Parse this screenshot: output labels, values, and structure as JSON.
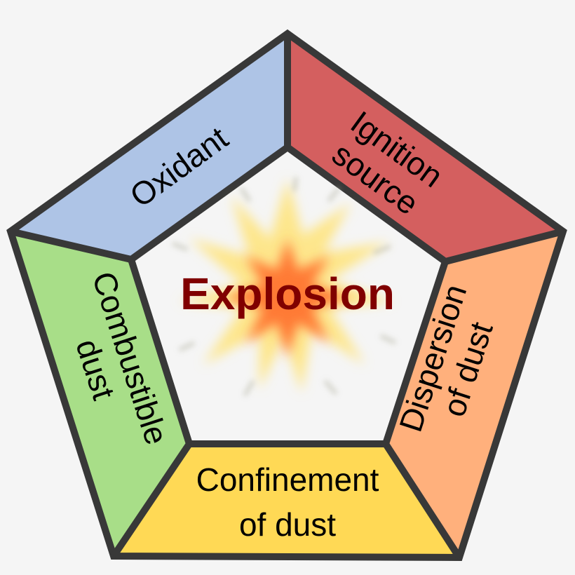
{
  "diagram": {
    "title": "Explosion",
    "title_color": "#800000",
    "background": "#f5f5f5",
    "stroke_color": "#383838",
    "segments": [
      {
        "id": "oxidant",
        "lines": [
          "Oxidant"
        ],
        "color": "#aec4e6"
      },
      {
        "id": "ignition-source",
        "lines": [
          "Ignition",
          "source"
        ],
        "color": "#d45f5f"
      },
      {
        "id": "dispersion-of-dust",
        "lines": [
          "Dispersion",
          "of dust"
        ],
        "color": "#ffb07c"
      },
      {
        "id": "confinement-of-dust",
        "lines": [
          "Confinement",
          "of dust"
        ],
        "color": "#ffd955"
      },
      {
        "id": "combustible-dust",
        "lines": [
          "Combustible",
          "dust"
        ],
        "color": "#a8de88"
      }
    ],
    "center_graphic": "explosion-burst-icon"
  }
}
